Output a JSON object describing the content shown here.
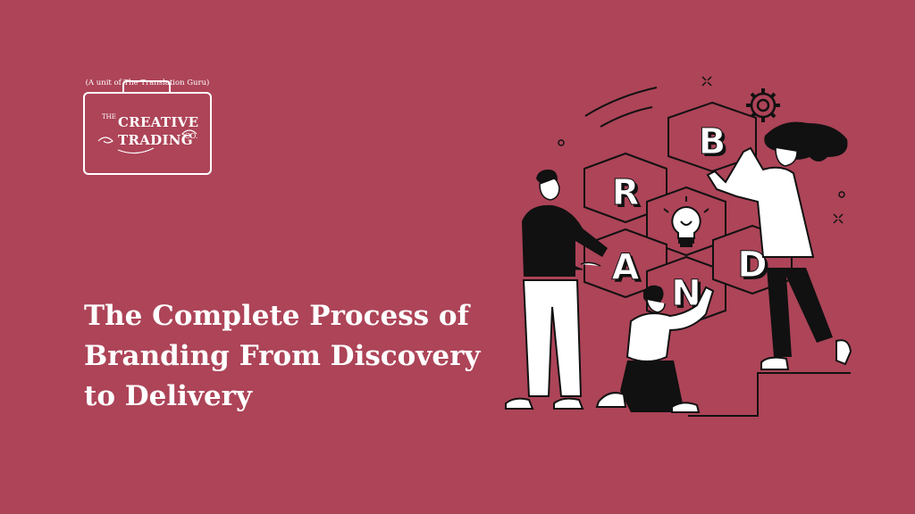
{
  "logo": {
    "the": "THE",
    "creative": "CREATIVE",
    "trading": "TRADING",
    "co": "CO.",
    "tagline": "(A unit of The Translation Guru)"
  },
  "headline": {
    "lines": [
      "The Complete Process of",
      "Branding From Discovery",
      "to Delivery"
    ]
  },
  "illustration": {
    "letters": {
      "b": "B",
      "r": "R",
      "a": "A",
      "n": "N",
      "d": "D"
    },
    "icons": [
      "gear-icon",
      "lightbulb-icon",
      "sparkle-icon"
    ]
  },
  "colors": {
    "background": "#ad4458",
    "foreground": "#ffffff",
    "ink": "#111111"
  }
}
